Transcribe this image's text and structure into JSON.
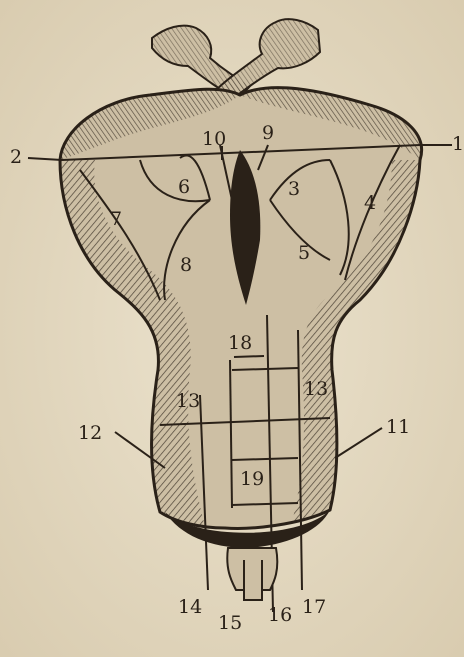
{
  "figure": {
    "labels": {
      "l1": "1",
      "l2": "2",
      "l3": "3",
      "l4": "4",
      "l5": "5",
      "l6": "6",
      "l7": "7",
      "l8": "8",
      "l9": "9",
      "l10": "10",
      "l11": "11",
      "l12": "12",
      "l13a": "13",
      "l13b": "13",
      "l14": "14",
      "l15": "15",
      "l16": "16",
      "l17": "17",
      "l18": "18",
      "l19": "19"
    },
    "colors": {
      "paper": "#e6dcc6",
      "ink": "#2a2118",
      "body_fill": "#cdbfa4"
    }
  }
}
